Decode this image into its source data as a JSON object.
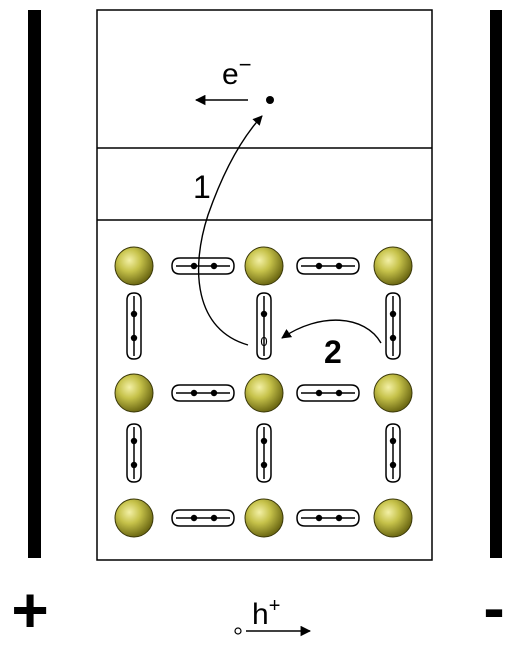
{
  "electron": {
    "label": "e",
    "superscript": "−"
  },
  "hole": {
    "label": "h",
    "superscript": "+"
  },
  "path_labels": {
    "one": "1",
    "two": "2"
  },
  "hole_marker": "0",
  "terminals": {
    "positive": "+",
    "negative": "-"
  },
  "colors": {
    "atom_fill": "#c6c24a",
    "atom_highlight": "#f3f0a6",
    "atom_shadow": "#6e6a14",
    "line": "#000000",
    "background": "#ffffff"
  }
}
